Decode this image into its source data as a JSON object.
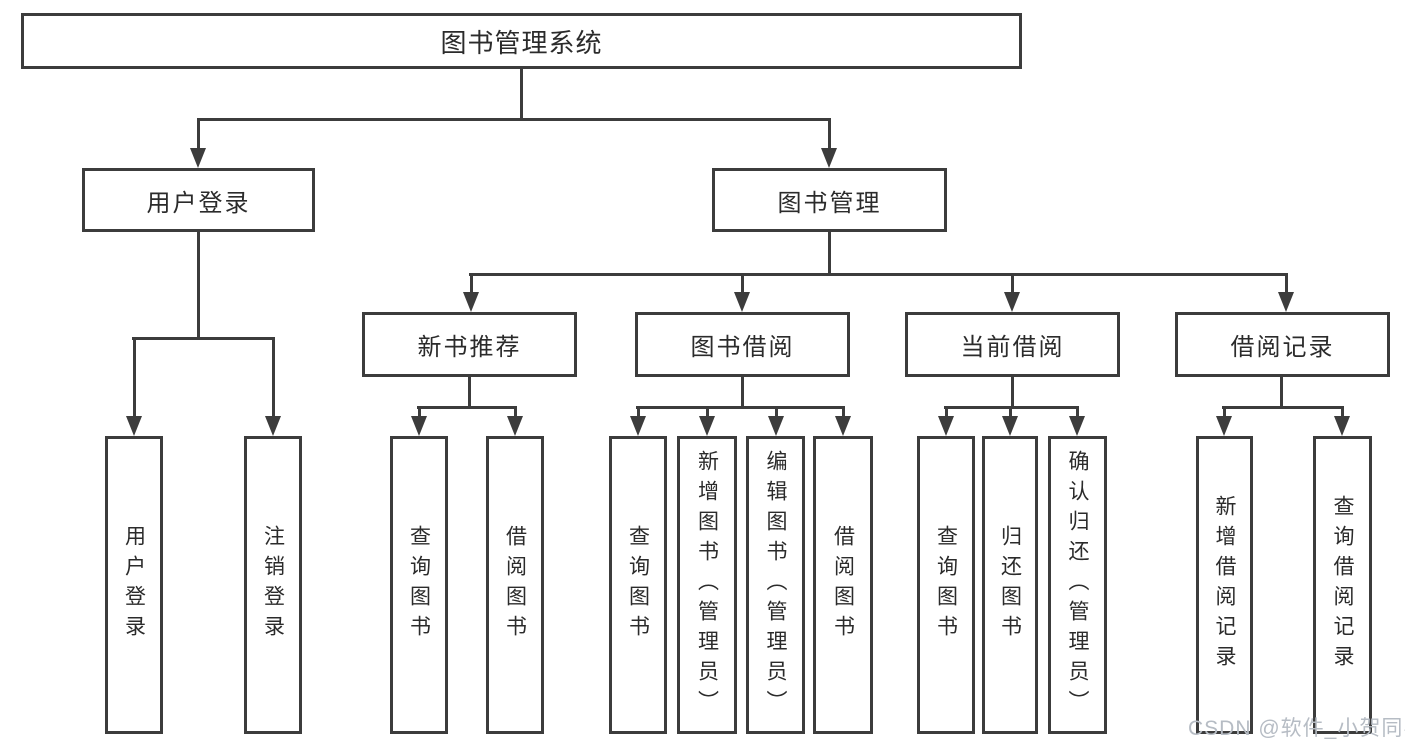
{
  "diagram": {
    "type": "hierarchy-tree",
    "root": {
      "label": "图书管理系统",
      "children": [
        {
          "label": "用户登录",
          "children": [
            {
              "label": "用户登录"
            },
            {
              "label": "注销登录"
            }
          ]
        },
        {
          "label": "图书管理",
          "children": [
            {
              "label": "新书推荐",
              "children": [
                {
                  "label": "查询图书"
                },
                {
                  "label": "借阅图书"
                }
              ]
            },
            {
              "label": "图书借阅",
              "children": [
                {
                  "label": "查询图书"
                },
                {
                  "label": "新增图书（管理员）"
                },
                {
                  "label": "编辑图书（管理员）"
                },
                {
                  "label": "借阅图书"
                }
              ]
            },
            {
              "label": "当前借阅",
              "children": [
                {
                  "label": "查询图书"
                },
                {
                  "label": "归还图书"
                },
                {
                  "label": "确认归还（管理员）"
                }
              ]
            },
            {
              "label": "借阅记录",
              "children": [
                {
                  "label": "新增借阅记录"
                },
                {
                  "label": "查询借阅记录"
                }
              ]
            }
          ]
        }
      ]
    }
  },
  "watermark": "CSDN @软件_小贺同学",
  "colors": {
    "line": "#3c3c3c",
    "box_border": "#3c3c3c",
    "text": "#2b2b2b",
    "watermark": "#b6bcc4",
    "background": "#ffffff"
  }
}
